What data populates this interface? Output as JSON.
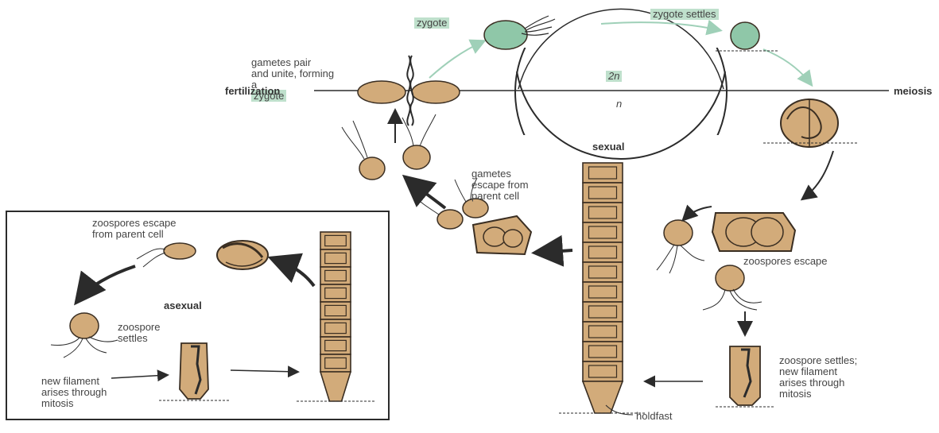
{
  "colors": {
    "cell_fill": "#d2ab7a",
    "cell_stroke": "#3a2e22",
    "zygote_fill": "#8fc7a8",
    "arrow_green": "#9fd0b8",
    "highlight": "#bfe0cc",
    "ink": "#2b2b2b"
  },
  "labels": {
    "zygote": "zygote",
    "zygote_settles": "zygote settles",
    "gametes_pair": "gametes pair\nand unite, forming\na",
    "gametes_pair_zygote": "zygote",
    "fertilization": "fertilization",
    "meiosis": "meiosis",
    "diploid": "2n",
    "haploid": "n",
    "sexual": "sexual",
    "gametes_escape": "gametes\nescape from\nparent cell",
    "zoospores_escape": "zoospores escape",
    "zoospore_settles_right": "zoospore settles;\nnew filament\narises through\nmitosis",
    "holdfast": "holdfast",
    "asexual": "asexual",
    "zoospores_escape_parent": "zoospores escape\nfrom parent cell",
    "zoospore_settles_left": "zoospore\nsettles",
    "new_filament": "new filament\narises through\nmitosis"
  }
}
